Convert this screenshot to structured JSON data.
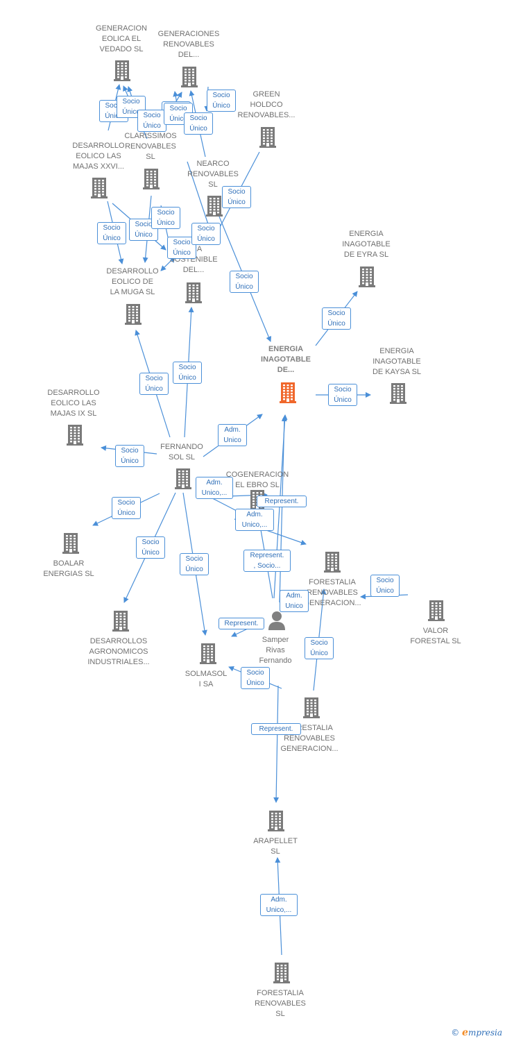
{
  "colors": {
    "edge": "#4a8fd8",
    "company_icon": "#7a7a7a",
    "center_icon": "#f0672b",
    "person_icon": "#808080",
    "label": "#707070"
  },
  "nodes": [
    {
      "id": "gen_eolica_vedado",
      "label": "GENERACION\nEOLICA EL\nVEDADO SL",
      "type": "company"
    },
    {
      "id": "generaciones_renovables",
      "label": "GENERACIONES\nRENOVABLES\nDEL...",
      "type": "company"
    },
    {
      "id": "green_holdco",
      "label": "GREEN\nHOLDCO\nRENOVABLES...",
      "type": "company"
    },
    {
      "id": "desarrollo_majas_xxvi",
      "label": "DESARROLLO\nEOLICO LAS\nMAJAS XXVI...",
      "type": "company"
    },
    {
      "id": "clarissimos",
      "label": "CLARISSIMOS\nRENOVABLES\nSL",
      "type": "company"
    },
    {
      "id": "nearco",
      "label": "NEARCO\nRENOVABLES\nSL",
      "type": "company"
    },
    {
      "id": "desarrollo_muga",
      "label": "DESARROLLO\nEOLICO DE\nLA MUGA SL",
      "type": "company"
    },
    {
      "id": "sostenible",
      "label": "...CA\nSOSTENIBLE\nDEL...",
      "type": "company"
    },
    {
      "id": "energia_eyra",
      "label": "ENERGIA\nINAGOTABLE\nDE EYRA  SL",
      "type": "company"
    },
    {
      "id": "energia_center",
      "label": "ENERGIA\nINAGOTABLE\nDE...",
      "type": "center"
    },
    {
      "id": "energia_kaysa",
      "label": "ENERGIA\nINAGOTABLE\nDE KAYSA  SL",
      "type": "company"
    },
    {
      "id": "desarrollo_majas_ix",
      "label": "DESARROLLO\nEOLICO LAS\nMAJAS IX  SL",
      "type": "company"
    },
    {
      "id": "fernando_sol",
      "label": "FERNANDO\nSOL SL",
      "type": "company"
    },
    {
      "id": "cogeneracion_ebro",
      "label": "COGENERACION\nEL EBRO  SL",
      "type": "company"
    },
    {
      "id": "boalar",
      "label": "BOALAR\nENERGIAS  SL",
      "type": "company"
    },
    {
      "id": "forestalia_generacion_1",
      "label": "FORESTALIA\nRENOVABLES\nGENERACION...",
      "type": "company"
    },
    {
      "id": "valor_forestal",
      "label": "VALOR\nFORESTAL SL",
      "type": "company"
    },
    {
      "id": "desarrollos_agronomicos",
      "label": "DESARROLLOS\nAGRONOMICOS\nINDUSTRIALES...",
      "type": "company"
    },
    {
      "id": "samper",
      "label": "Samper\nRivas\nFernando",
      "type": "person"
    },
    {
      "id": "solmasol",
      "label": "SOLMASOL\nI SA",
      "type": "company"
    },
    {
      "id": "forestalia_generacion_2",
      "label": "FORESTALIA\nRENOVABLES\nGENERACION...",
      "type": "company"
    },
    {
      "id": "arapellet",
      "label": "ARAPELLET\nSL",
      "type": "company"
    },
    {
      "id": "forestalia_sl",
      "label": "FORESTALIA\nRENOVABLES\nSL",
      "type": "company"
    }
  ],
  "edges": [
    {
      "label": "Socio\nÚnico"
    },
    {
      "label": "Socio\nÚnico"
    },
    {
      "label": "Socio\nÚnico"
    },
    {
      "label": "Socio\nÚnico"
    },
    {
      "label": "Socio\nÚnico"
    },
    {
      "label": "Socio\nÚnico"
    },
    {
      "label": "Socio\nÚnico"
    },
    {
      "label": "Socio\nÚnico"
    },
    {
      "label": "Socio\nÚnico"
    },
    {
      "label": "Socio\nÚnico"
    },
    {
      "label": "Socio\nÚnico"
    },
    {
      "label": "Socio\nÚnico"
    },
    {
      "label": "Socio\nÚnico"
    },
    {
      "label": "Socio\nÚnico"
    },
    {
      "label": "Socio\nÚnico"
    },
    {
      "label": "Socio\nÚnico"
    },
    {
      "label": "Socio\nÚnico"
    },
    {
      "label": "Socio\nÚnico"
    },
    {
      "label": "Socio\nÚnico"
    },
    {
      "label": "Socio\nÚnico"
    },
    {
      "label": "Adm.\nUnico"
    },
    {
      "label": "Socio\nÚnico"
    },
    {
      "label": "Adm.\nUnico,..."
    },
    {
      "label": "Represent."
    },
    {
      "label": "Socio\nÚnico"
    },
    {
      "label": "Adm.\nUnico,..."
    },
    {
      "label": "Socio\nÚnico"
    },
    {
      "label": "Adm.\nUnico"
    },
    {
      "label": "Represent.\n, Socio..."
    },
    {
      "label": "Socio\nÚnico"
    },
    {
      "label": "Adm.\nUnico"
    },
    {
      "label": "Represent."
    },
    {
      "label": "Socio\nÚnico"
    },
    {
      "label": "Socio\nÚnico"
    },
    {
      "label": "Represent."
    },
    {
      "label": "Adm.\nUnico,..."
    }
  ],
  "brand": {
    "copyright": "©",
    "initial": "e",
    "name": "mpresia"
  }
}
